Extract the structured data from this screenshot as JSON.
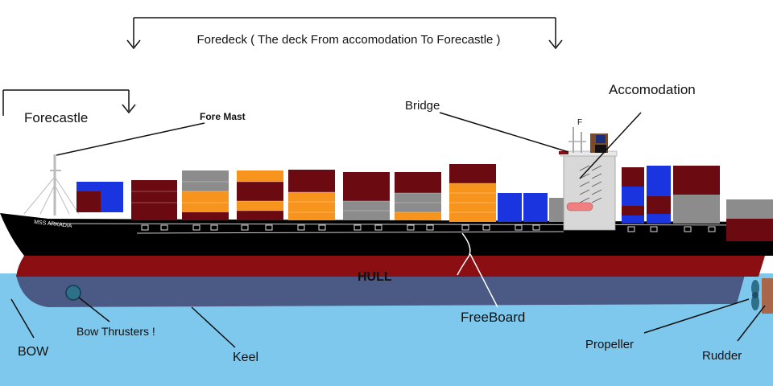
{
  "colors": {
    "water": "#7ec8ee",
    "hull_top": "#000000",
    "hull_band": "#8b0f12",
    "hull_bottom": "#4a5a85",
    "superstructure": "#d8d8d8",
    "container_maroon": "#6b0a10",
    "container_orange": "#f7941d",
    "container_grey": "#8c8c8c",
    "container_blue": "#1a35e0",
    "rudder": "#a8664a",
    "propeller": "#2e6f8a"
  },
  "labels": {
    "foredeck": "Foredeck ( The deck From accomodation To Forecastle )",
    "forecastle": "Forecastle",
    "fore_mast": "Fore Mast",
    "bridge": "Bridge",
    "accomodation": "Accomodation",
    "hull": "HULL",
    "freeboard": "FreeBoard",
    "bow_thrusters": "Bow Thrusters !",
    "bow": "BOW",
    "keel": "Keel",
    "propeller": "Propeller",
    "rudder": "Rudder",
    "ship_name": "MSS ARKADIA",
    "funnel_letter": "F"
  }
}
